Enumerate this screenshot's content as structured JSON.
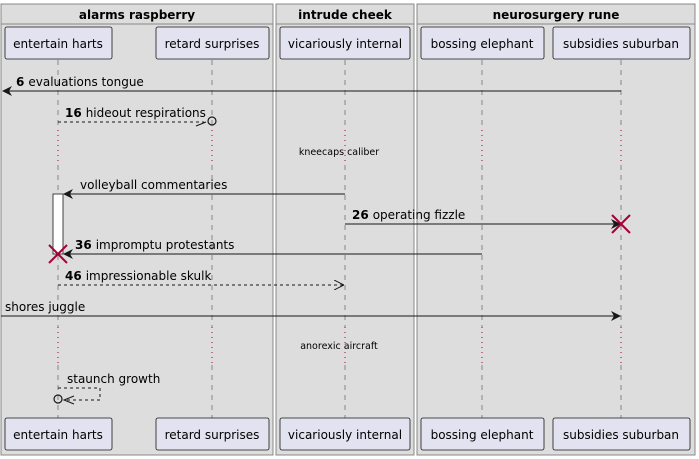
{
  "colors": {
    "box_bg": "#dddddd",
    "box_border": "#888888",
    "participant_fill": "#e2e2f0",
    "participant_border": "#181818",
    "lifeline": "#888888",
    "arrow": "#181818",
    "destroy": "#a80036",
    "activation_fill": "#ffffff"
  },
  "boxes": [
    {
      "id": "box-alarms",
      "title": "alarms raspberry"
    },
    {
      "id": "box-intrude",
      "title": "intrude cheek"
    },
    {
      "id": "box-neuro",
      "title": "neurosurgery rune"
    }
  ],
  "participants": [
    {
      "id": "p1",
      "label": "entertain harts"
    },
    {
      "id": "p2",
      "label": "retard surprises"
    },
    {
      "id": "p3",
      "label": "vicariously internal"
    },
    {
      "id": "p4",
      "label": "bossing elephant"
    },
    {
      "id": "p5",
      "label": "subsidies suburban"
    }
  ],
  "messages": [
    {
      "num": "6",
      "text": "evaluations tongue",
      "from": "p5",
      "to": "left-edge",
      "style": "solid"
    },
    {
      "num": "16",
      "text": "hideout respirations",
      "from": "p1",
      "to": "p2",
      "style": "dashed",
      "head": "open-circle"
    },
    {
      "num": "",
      "text": "volleyball commentaries",
      "from": "p3",
      "to": "p1",
      "style": "solid"
    },
    {
      "num": "26",
      "text": "operating fizzle",
      "from": "p3",
      "to": "p5",
      "style": "solid",
      "destroy": true
    },
    {
      "num": "36",
      "text": "impromptu protestants",
      "from": "p4",
      "to": "p1",
      "style": "solid",
      "destroy": true
    },
    {
      "num": "46",
      "text": "impressionable skulk",
      "from": "p1",
      "to": "p3",
      "style": "dashed"
    },
    {
      "num": "",
      "text": "shores juggle",
      "from": "left-edge",
      "to": "p5",
      "style": "solid"
    },
    {
      "num": "",
      "text": "staunch growth",
      "from": "p1",
      "to": "p1",
      "style": "dashed",
      "head": "open-circle",
      "self": true
    }
  ],
  "delays": [
    {
      "text": "kneecaps caliber"
    },
    {
      "text": "anorexic aircraft"
    }
  ]
}
